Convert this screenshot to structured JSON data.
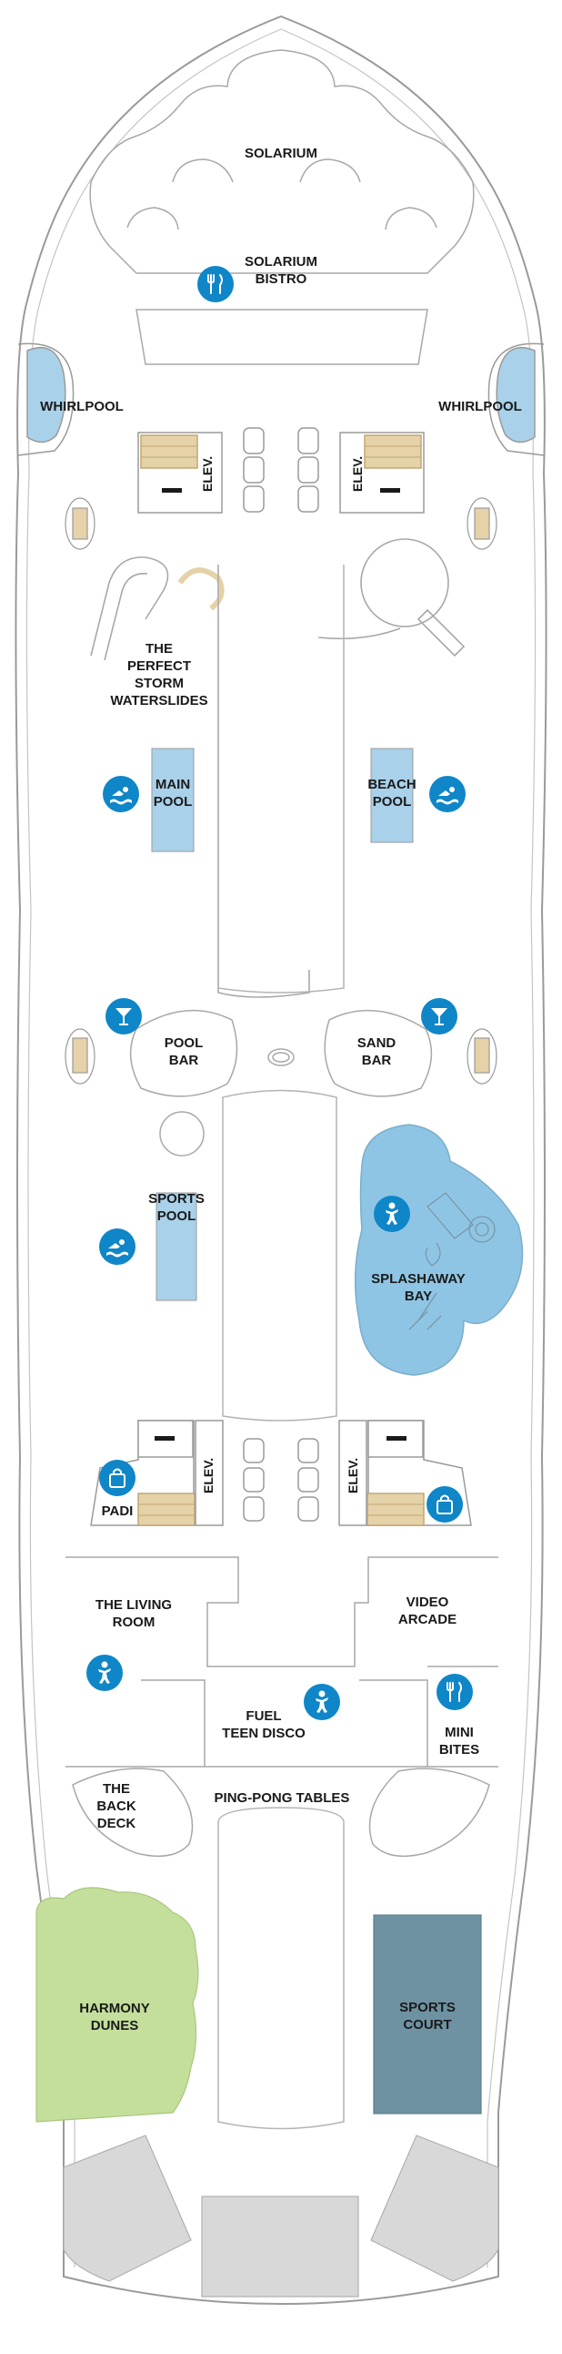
{
  "colors": {
    "pool_blue": "#a9d1ea",
    "splash_blue": "#8fc5e4",
    "icon_blue": "#0f86c7",
    "dunes_green": "#c3df9b",
    "sports_court": "#6f92a3",
    "grey_area": "#d8d8d8",
    "stair_tan": "#e6d2a8",
    "outline": "#9a9a9a"
  },
  "labels": {
    "solarium": "SOLARIUM",
    "solarium_bistro": "SOLARIUM\nBISTRO",
    "whirlpool_left": "WHIRLPOOL",
    "whirlpool_right": "WHIRLPOOL",
    "elev_fwd_left": "ELEV.",
    "elev_fwd_right": "ELEV.",
    "waterslides": "THE\nPERFECT\nSTORM\nWATERSLIDES",
    "main_pool": "MAIN\nPOOL",
    "beach_pool": "BEACH\nPOOL",
    "pool_bar": "POOL\nBAR",
    "sand_bar": "SAND\nBAR",
    "sports_pool": "SPORTS\nPOOL",
    "splashaway_bay": "SPLASHAWAY\nBAY",
    "padi": "PADI",
    "elev_aft_left": "ELEV.",
    "elev_aft_right": "ELEV.",
    "living_room": "THE LIVING\nROOM",
    "video_arcade": "VIDEO\nARCADE",
    "fuel_teen_disco": "FUEL\nTEEN DISCO",
    "mini_bites": "MINI\nBITES",
    "back_deck": "THE\nBACK\nDECK",
    "ping_pong": "PING-PONG TABLES",
    "harmony_dunes": "HARMONY\nDUNES",
    "sports_court": "SPORTS\nCOURT"
  },
  "icons": [
    {
      "name": "dining-icon",
      "glyph": "dining"
    },
    {
      "name": "pool-icon",
      "glyph": "swim"
    },
    {
      "name": "pool-icon",
      "glyph": "swim"
    },
    {
      "name": "bar-icon",
      "glyph": "cocktail"
    },
    {
      "name": "bar-icon",
      "glyph": "cocktail"
    },
    {
      "name": "pool-icon",
      "glyph": "swim"
    },
    {
      "name": "kids-icon",
      "glyph": "kids"
    },
    {
      "name": "shop-icon",
      "glyph": "shop"
    },
    {
      "name": "shop-icon",
      "glyph": "shop"
    },
    {
      "name": "kids-icon",
      "glyph": "kids"
    },
    {
      "name": "kids-icon",
      "glyph": "kids"
    },
    {
      "name": "dining-icon",
      "glyph": "dining"
    }
  ]
}
